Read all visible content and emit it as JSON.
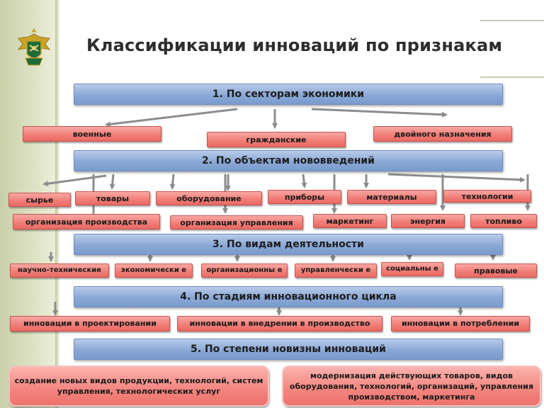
{
  "title": "Классификации инноваций по признакам",
  "colors": {
    "header": "#8aa8d6",
    "box": "#f07c76",
    "arrow": "#8c8c8c",
    "sidebar": "#dfe3c6"
  },
  "icons": {
    "emblem": "customs-emblem-icon"
  },
  "sections": [
    {
      "title": "1. По секторам экономики",
      "items": [
        "военные",
        "гражданские",
        "двойного назначения"
      ]
    },
    {
      "title": "2. По объектам нововведений",
      "items": [
        "сырье",
        "товары",
        "оборудование",
        "приборы",
        "материалы",
        "технологии",
        "организация производства",
        "организация управления",
        "маркетинг",
        "энергия",
        "топливо"
      ]
    },
    {
      "title": "3. По видам деятельности",
      "items": [
        "научно-технические",
        "экономически е",
        "организационны е",
        "управленчески е",
        "социальны е",
        "правовые"
      ]
    },
    {
      "title": "4. По стадиям инновационного цикла",
      "items": [
        "инновации в проектировании",
        "инновации в внедрении в производство",
        "инновации в потреблении"
      ]
    },
    {
      "title": "5. По степени новизны инноваций",
      "items": [
        "создание новых видов продукции, технологий, систем управления, технологических услуг",
        "модернизация действующих товаров, видов оборудования, технологий, организаций, управления производством, маркетинга"
      ]
    }
  ]
}
